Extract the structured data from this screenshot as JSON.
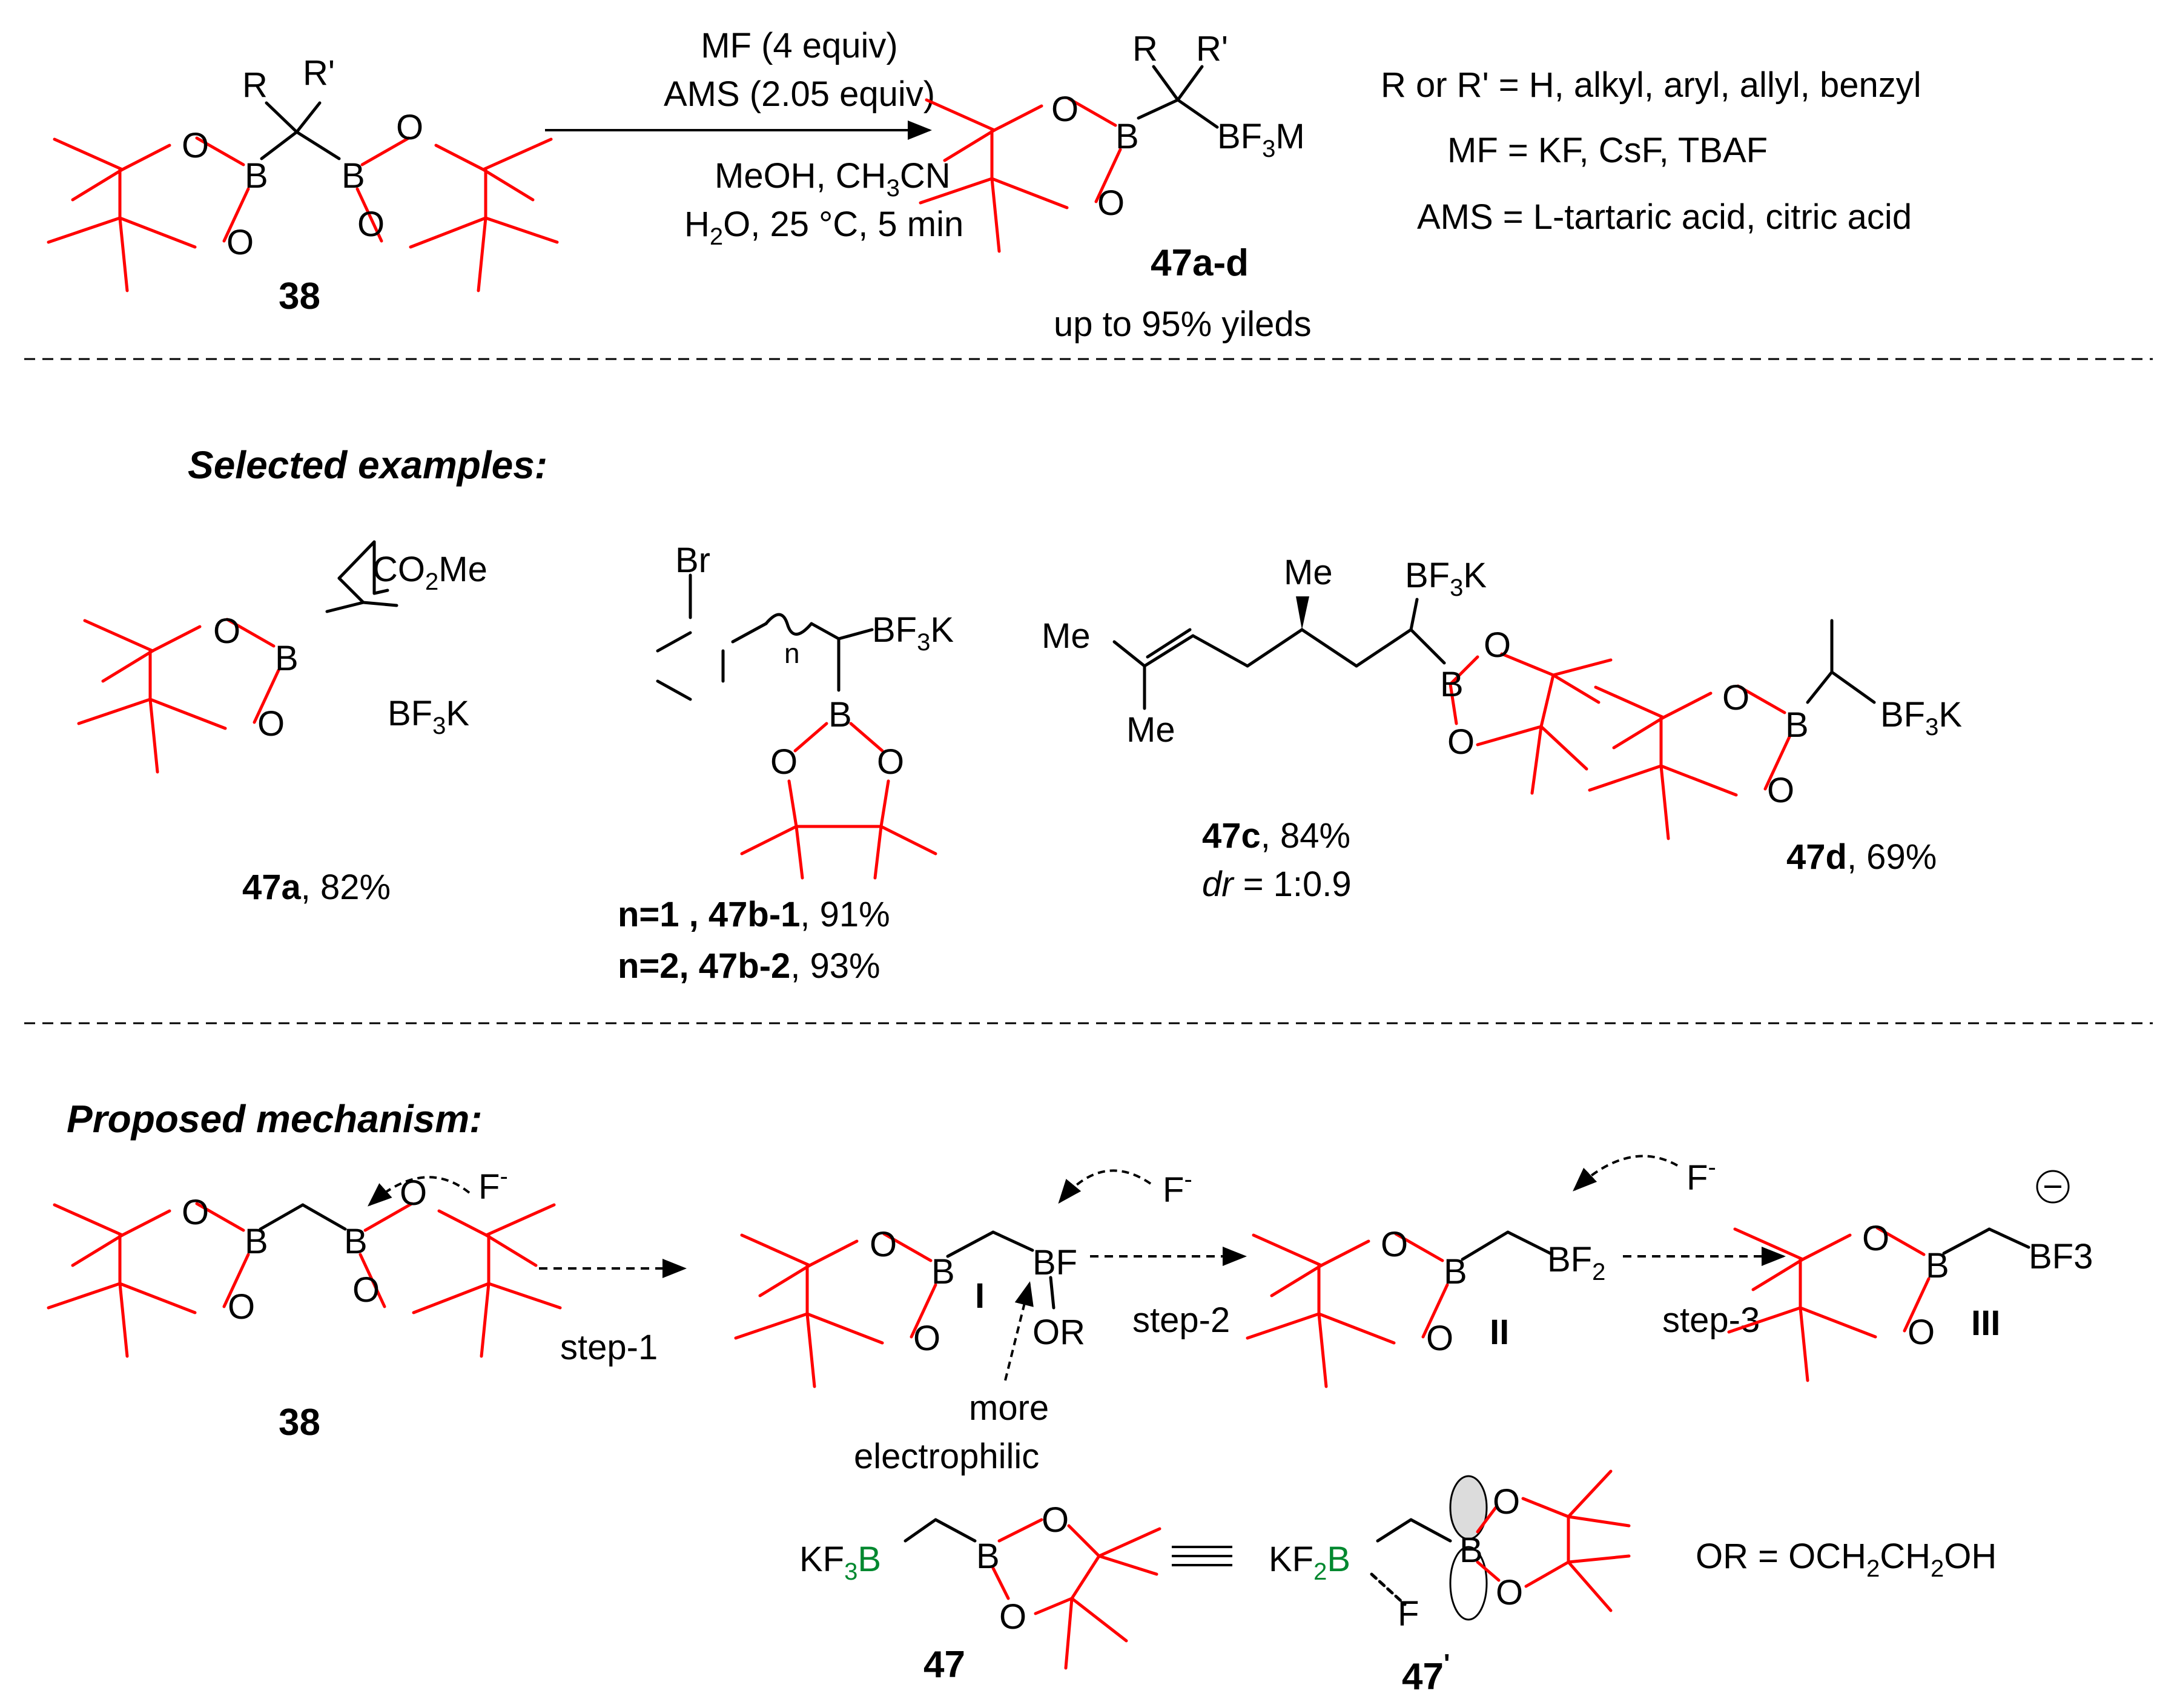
{
  "conditions": {
    "line1": "MF (4 equiv)",
    "line2": "AMS (2.05 equiv)",
    "line3": "MeOH, CH",
    "line3_sub": "3",
    "line3_end": "CN",
    "line4_a": "H",
    "line4_sub": "2",
    "line4_b": "O, 25 °C, 5 min"
  },
  "definitions": {
    "r": "R or R' = H, alkyl, aryl, allyl, benzyl",
    "mf": "MF = KF, CsF, TBAF",
    "ams": "AMS = L-tartaric acid, citric acid"
  },
  "reaction": {
    "sm_label": "38",
    "product_label": "47a-d",
    "yield_note": "up to 95% yileds"
  },
  "atoms": {
    "R": "R",
    "Rp": "R'",
    "O": "O",
    "B": "B",
    "F": "F",
    "BF": "BF",
    "BF3M_a": "BF",
    "BF3M_sub": "3",
    "BF3M_b": "M",
    "BF3K_a": "BF",
    "BF3K_sub": "3",
    "BF3K_b": "K",
    "BF2_a": "BF",
    "BF2_sub": "2",
    "BF3": "BF3",
    "OR": "OR",
    "fminus": "F",
    "minus": "-",
    "Br": "Br",
    "n": "n",
    "CO2Me_a": "CO",
    "CO2Me_sub": "2",
    "CO2Me_b": "Me",
    "Me": "Me",
    "KF3B_a": "KF",
    "KF3B_sub": "3",
    "KF3B_b": "B",
    "KF2B_a": "KF",
    "KF2B_sub": "2",
    "KF2B_b": "B"
  },
  "examples": {
    "heading": "Selected examples:",
    "a_id": "47a",
    "a_yield": ", 82%",
    "b1_n": "n=1 , ",
    "b1_id": "47b-1",
    "b1_yield": ", 91%",
    "b2_n": "n=2, ",
    "b2_id": "47b-2",
    "b2_yield": ", 93%",
    "c_id": "47c",
    "c_yield": ", 84%",
    "c_dr_a": "dr",
    "c_dr_b": " = 1:0.9",
    "d_id": "47d",
    "d_yield": ", 69%"
  },
  "mechanism": {
    "heading": "Proposed mechanism:",
    "sm_label": "38",
    "step1": "step-1",
    "step2": "step-2",
    "step3": "step-3",
    "int1": "I",
    "int2": "II",
    "int3": "III",
    "note_a": "more",
    "note_b": "electrophilic",
    "p47": "47",
    "p47p": "47",
    "or_def_a": "OR = OCH",
    "or_sub1": "2",
    "or_def_b": "CH",
    "or_sub2": "2",
    "or_def_c": "OH"
  },
  "colors": {
    "red": "#ff0000",
    "green": "#00882f",
    "black": "#000000"
  }
}
